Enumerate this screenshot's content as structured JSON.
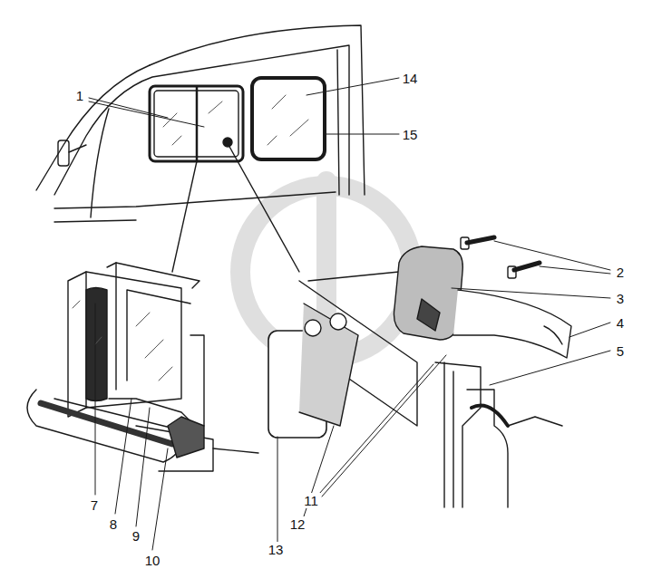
{
  "diagram": {
    "labels": [
      "1",
      "14",
      "15",
      "2",
      "3",
      "4",
      "5",
      "11",
      "12",
      "13",
      "7",
      "8",
      "9",
      "10"
    ]
  }
}
